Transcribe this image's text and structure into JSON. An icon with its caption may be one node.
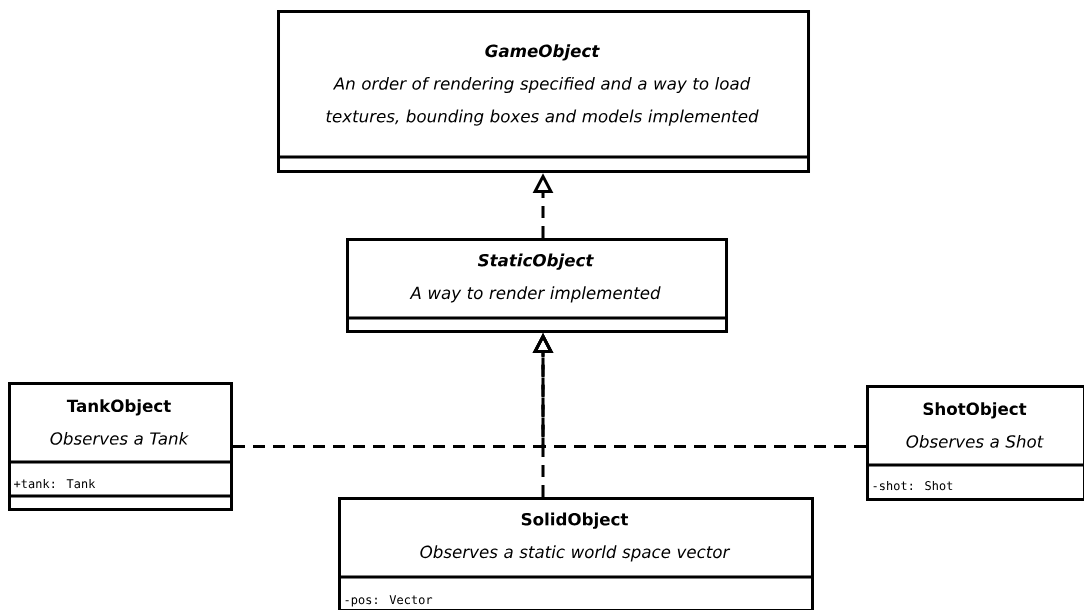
{
  "diagram": {
    "nodes": [
      {
        "text": [
          "GameObject",
          "An order of rendering specified and a way to load textures, bounding boxes and models implemented"
        ]
      },
      {
        "text": [
          "StaticObject",
          "A way to render implemented"
        ]
      },
      {
        "text": [
          "TankObject",
          "Observes a Tank",
          "+tank: Tank"
        ]
      },
      {
        "text": [
          "ShotObject",
          "Observes a Shot",
          "-shot: Shot"
        ]
      },
      {
        "text": [
          "SolidObject",
          "Observes a static world space vector",
          "-pos: Vector"
        ]
      }
    ],
    "edges": [
      {
        "from": 1,
        "to": 0,
        "arrow": "to",
        "style": "dashed"
      },
      {
        "from": 2,
        "to": 1,
        "arrow": "to",
        "style": "dashed"
      },
      {
        "from": 3,
        "to": 1,
        "arrow": "to",
        "style": "dashed"
      },
      {
        "from": 4,
        "to": 1,
        "arrow": "to",
        "style": "dashed"
      }
    ]
  }
}
